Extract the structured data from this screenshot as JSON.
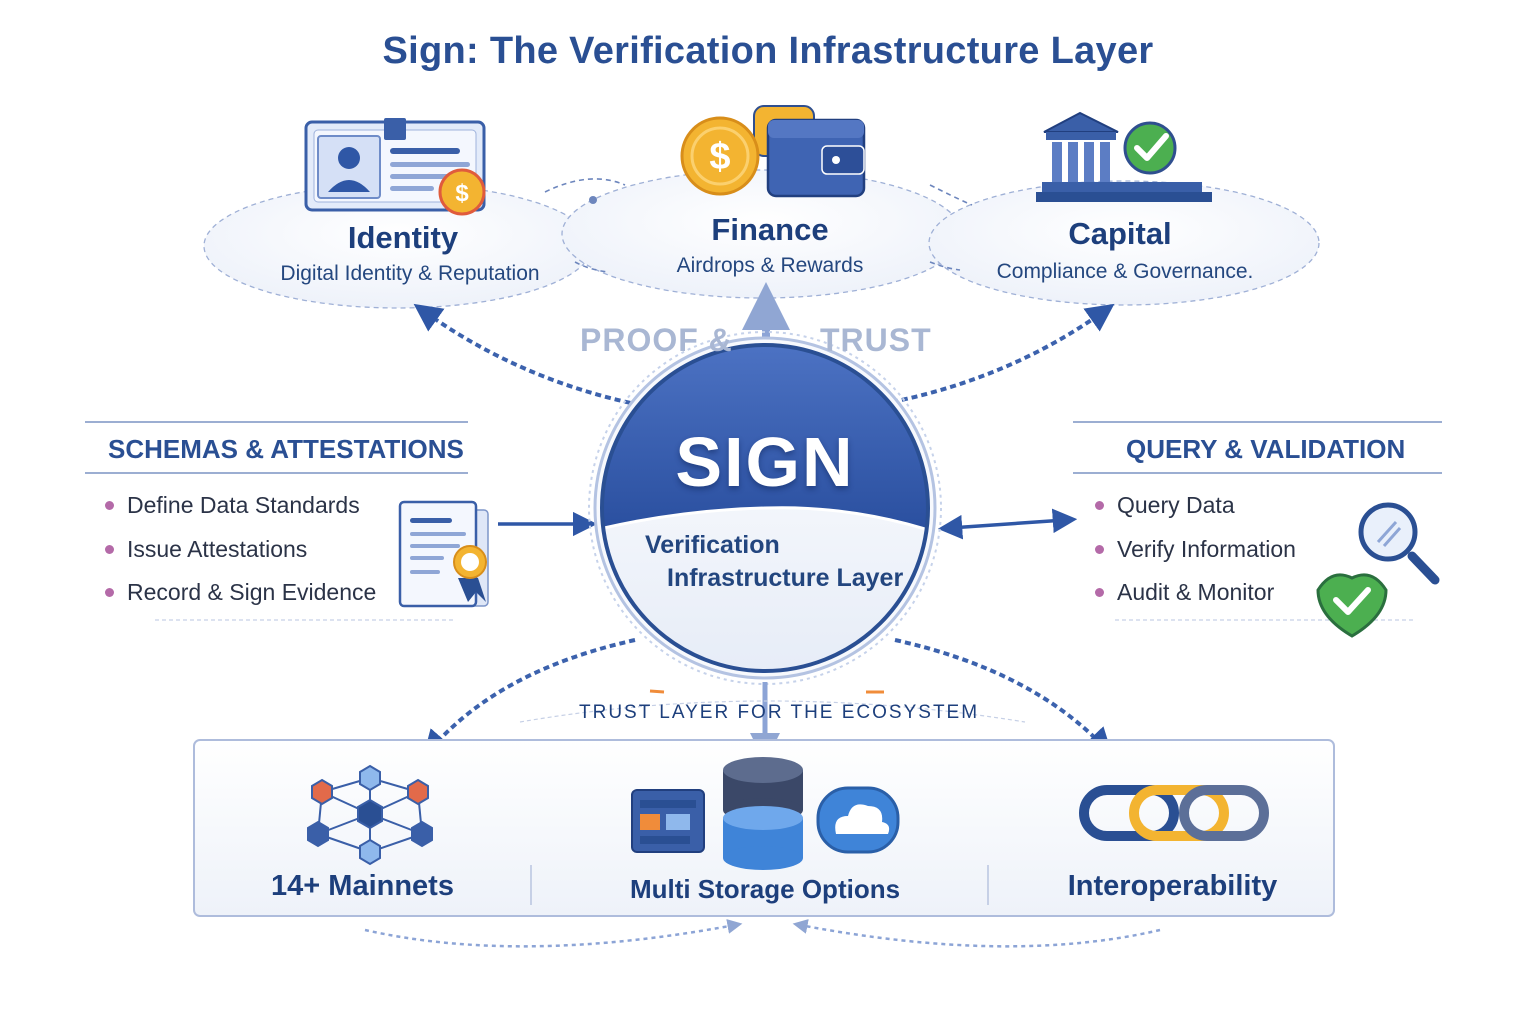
{
  "title": "Sign: The Verification Infrastructure Layer",
  "categories": [
    {
      "title": "Identity",
      "subtitle": "Digital Identity & Reputation",
      "icon": "id-card-icon"
    },
    {
      "title": "Finance",
      "subtitle": "Airdrops & Rewards",
      "icon": "coin-wallet-icon"
    },
    {
      "title": "Capital",
      "subtitle": "Compliance & Governance.",
      "icon": "bank-check-icon"
    }
  ],
  "flow_labels": {
    "left": "PROOF &",
    "right": "TRUST"
  },
  "center": {
    "name": "SIGN",
    "line1": "Verification",
    "line2": "Infrastructure Layer"
  },
  "left_panel": {
    "heading": "SCHEMAS & ATTESTATIONS",
    "items": [
      "Define Data Standards",
      "Issue Attestations",
      "Record & Sign Evidence"
    ],
    "icon": "certificate-document-icon"
  },
  "right_panel": {
    "heading": "QUERY & VALIDATION",
    "items": [
      "Query Data",
      "Verify Information",
      "Audit & Monitor"
    ],
    "icons": [
      "magnifier-icon",
      "shield-check-icon"
    ]
  },
  "trust_layer_label": "TRUST LAYER FOR THE ECOSYSTEM",
  "bottom": [
    {
      "label": "14+ Mainnets",
      "icon": "network-nodes-icon"
    },
    {
      "label": "Multi Storage Options",
      "icon": "storage-cloud-icon"
    },
    {
      "label": "Interoperability",
      "icon": "chain-links-icon"
    }
  ],
  "colors": {
    "primary": "#2a4f93",
    "accent_gold": "#f3b431",
    "accent_green": "#4caf50",
    "bullet": "#b46aa8"
  }
}
